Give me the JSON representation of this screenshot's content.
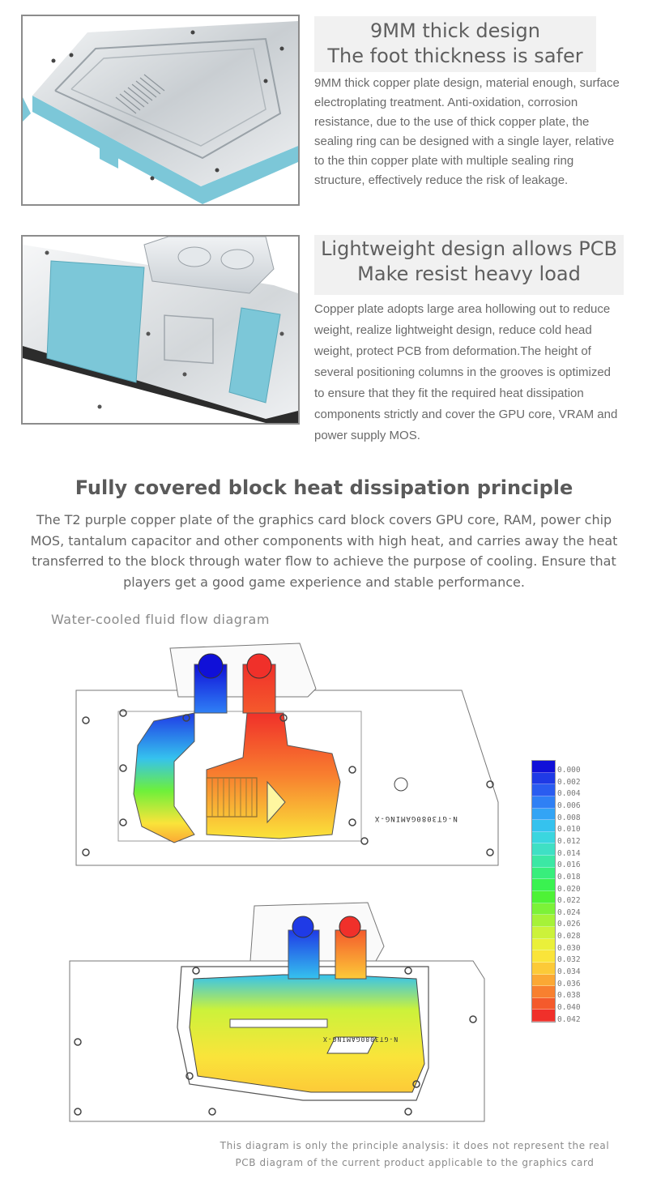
{
  "section1": {
    "title_line1": "9MM thick design",
    "title_line2": "The foot thickness is safer",
    "description": "9MM thick copper plate design, material enough, surface electroplating treatment. Anti-oxidation, corrosion resistance, due to the use of thick copper plate, the sealing ring can be designed with a single layer, relative to the thin copper plate with multiple sealing ring structure, effectively reduce the risk of leakage."
  },
  "section2": {
    "title_line1": "Lightweight design allows PCB",
    "title_line2": "Make resist heavy load",
    "description": "Copper plate adopts large area hollowing out to reduce weight, realize lightweight design, reduce cold head weight, protect PCB from deformation.The height of several positioning columns in the grooves is optimized to ensure that they fit the required heat dissipation components strictly and cover the GPU core, VRAM and power supply MOS."
  },
  "section3": {
    "title": "Fully covered block heat dissipation principle",
    "description": "The T2 purple copper plate of the graphics card block covers GPU core, RAM, power chip MOS, tantalum capacitor and other components with high heat, and carries away the heat transferred to the block through water flow to achieve the purpose of cooling. Ensure that players get a good game experience and stable performance."
  },
  "diagram": {
    "caption": "Water-cooled fluid flow diagram",
    "block_label_front": "N-GT3080GAMING-X",
    "block_label_back": "N-GT3080GAMING-X",
    "scale_labels": [
      "0.000",
      "0.002",
      "0.004",
      "0.006",
      "0.008",
      "0.010",
      "0.012",
      "0.014",
      "0.016",
      "0.018",
      "0.020",
      "0.022",
      "0.024",
      "0.026",
      "0.028",
      "0.030",
      "0.032",
      "0.034",
      "0.036",
      "0.038",
      "0.040",
      "0.042"
    ],
    "scale_colors": [
      "#1010d8",
      "#1f3ae6",
      "#2a5cf0",
      "#2f80f5",
      "#33a4f5",
      "#35c2ee",
      "#3ad6df",
      "#3fe0c4",
      "#3ce8a4",
      "#38ee7c",
      "#3af250",
      "#4ef236",
      "#7cf238",
      "#a6f238",
      "#ccf23a",
      "#eaf03a",
      "#fae43a",
      "#fcca38",
      "#fba834",
      "#f8802f",
      "#f45a2c",
      "#f0302a"
    ],
    "footnote_line1": "This diagram is only the principle analysis: it does not represent the real",
    "footnote_line2": "PCB diagram of the current product applicable to the graphics card"
  },
  "colors": {
    "accent_blue": "#7cc7d8",
    "metal": "#d9dde0",
    "frame": "#8c8c8c"
  }
}
